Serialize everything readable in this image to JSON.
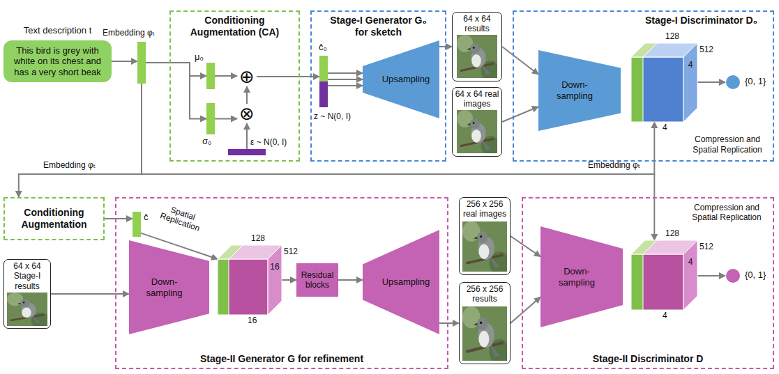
{
  "diagram": {
    "nodes": [
      {
        "text": [
          "Text description t",
          "This bird is grey with white on its chest and has a very short beak"
        ]
      },
      {
        "text": [
          "Embedding φₜ"
        ]
      },
      {
        "text": [
          "Conditioning Augmentation (CA)"
        ]
      },
      {
        "text": [
          "μ₀"
        ],
        "in": 2
      },
      {
        "text": [
          "σ₀"
        ],
        "in": 2
      },
      {
        "text": [
          "⊕"
        ],
        "in": 2
      },
      {
        "text": [
          "⊗"
        ],
        "in": 2
      },
      {
        "text": [
          "ε ~ N(0, I)"
        ],
        "in": 2
      },
      {
        "text": [
          "Stage-I Generator G₀ for sketch"
        ]
      },
      {
        "text": [
          "ĉ₀",
          "z ~ N(0, I)"
        ],
        "in": 8
      },
      {
        "text": [
          "Upsampling"
        ],
        "in": 8
      },
      {
        "text": [
          "64 x 64 results"
        ]
      },
      {
        "text": [
          "64 x 64 real images"
        ]
      },
      {
        "text": [
          "Stage-I Discriminator D₀",
          "Compression and Spatial Replication"
        ]
      },
      {
        "text": [
          "Down-sampling"
        ],
        "in": 13
      },
      {
        "text": [
          "128",
          "512",
          "4",
          "4"
        ],
        "in": 13
      },
      {
        "text": [
          "{0, 1}"
        ],
        "in": 13
      },
      {
        "text": [
          "Conditioning Augmentation"
        ]
      },
      {
        "text": [
          "64 x 64 Stage-I results"
        ]
      },
      {
        "text": [
          "Stage-II Generator G for refinement"
        ]
      },
      {
        "text": [
          "ĉ"
        ],
        "in": 19
      },
      {
        "text": [
          "Down-sampling"
        ],
        "in": 19
      },
      {
        "text": [
          "128",
          "512",
          "16",
          "16"
        ],
        "in": 19
      },
      {
        "text": [
          "Residual blocks"
        ],
        "in": 19
      },
      {
        "text": [
          "Upsampling"
        ],
        "in": 19
      },
      {
        "text": [
          "256 x 256 real images"
        ]
      },
      {
        "text": [
          "256 x 256 results"
        ]
      },
      {
        "text": [
          "Stage-II Discriminator D",
          "Compression and Spatial Replication"
        ]
      },
      {
        "text": [
          "Down-sampling"
        ],
        "in": 27
      },
      {
        "text": [
          "128",
          "512",
          "4",
          "4"
        ],
        "in": 27
      },
      {
        "text": [
          "{0, 1}"
        ],
        "in": 27
      }
    ],
    "edges": [
      {
        "from": 0,
        "to": 1,
        "arrow": "to"
      },
      {
        "from": 1,
        "to": 3,
        "arrow": "to"
      },
      {
        "from": 1,
        "to": 4,
        "arrow": "to"
      },
      {
        "from": 3,
        "to": 5,
        "arrow": "to"
      },
      {
        "from": 4,
        "to": 6,
        "arrow": "to"
      },
      {
        "from": 7,
        "to": 6,
        "arrow": "to"
      },
      {
        "from": 6,
        "to": 5,
        "arrow": "to"
      },
      {
        "from": 5,
        "to": 9,
        "arrow": "to"
      },
      {
        "from": 9,
        "to": 10,
        "arrow": "to"
      },
      {
        "from": 9,
        "to": 10,
        "arrow": "to"
      },
      {
        "from": 9,
        "to": 10,
        "arrow": "to"
      },
      {
        "from": 10,
        "to": 11,
        "arrow": "to"
      },
      {
        "from": 11,
        "to": 14,
        "arrow": "to"
      },
      {
        "from": 12,
        "to": 14,
        "arrow": "to"
      },
      {
        "from": 15,
        "to": 16,
        "arrow": "to"
      },
      {
        "from": 1,
        "to": 17,
        "label": "Embedding φₜ",
        "arrow": "to"
      },
      {
        "from": 1,
        "to": 15,
        "arrow": "to"
      },
      {
        "from": 1,
        "to": 29,
        "label": "Embedding φₜ",
        "arrow": "to"
      },
      {
        "from": 17,
        "to": 20,
        "arrow": "to"
      },
      {
        "from": 20,
        "to": 22,
        "label": "Spatial Replication",
        "arrow": "to"
      },
      {
        "from": 18,
        "to": 21,
        "arrow": "to"
      },
      {
        "from": 22,
        "to": 23,
        "arrow": "to"
      },
      {
        "from": 23,
        "to": 24,
        "arrow": "to"
      },
      {
        "from": 24,
        "to": 26,
        "arrow": "to"
      },
      {
        "from": 25,
        "to": 28,
        "arrow": "to"
      },
      {
        "from": 26,
        "to": 28,
        "arrow": "to"
      },
      {
        "from": 29,
        "to": 30,
        "arrow": "to"
      }
    ]
  }
}
